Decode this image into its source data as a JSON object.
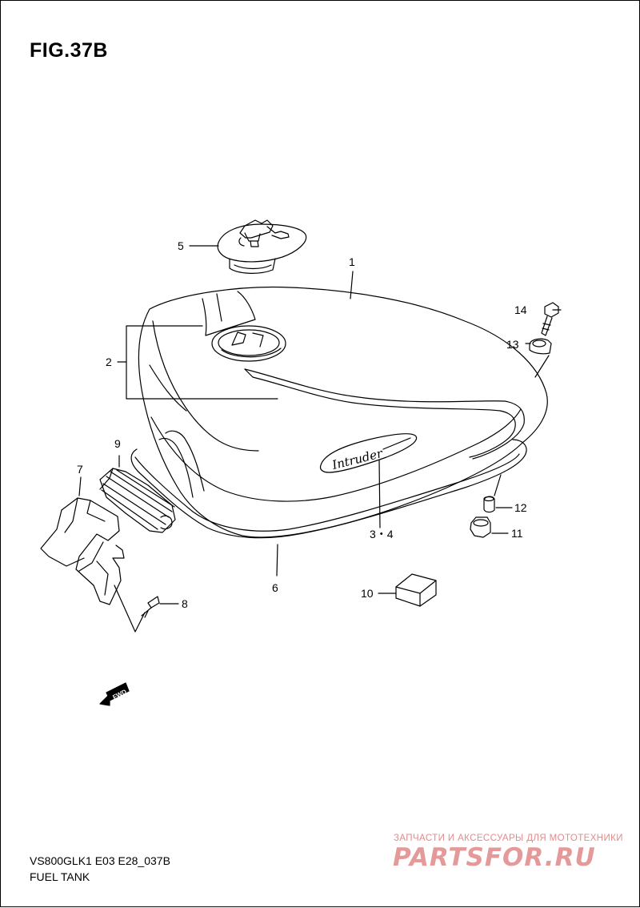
{
  "figure": {
    "title": "FIG.37B"
  },
  "callouts": {
    "p1": "1",
    "p2": "2",
    "p34": "3・4",
    "p5": "5",
    "p6": "6",
    "p7": "7",
    "p8": "8",
    "p9": "9",
    "p10": "10",
    "p11": "11",
    "p12": "12",
    "p13": "13",
    "p14": "14"
  },
  "emblem_script": "Intruder",
  "fwd_label": "FWD",
  "footer": {
    "model_code": "VS800GLK1 E03 E28_037B",
    "part_group": "FUEL TANK"
  },
  "watermark": {
    "tagline": "ЗАПЧАСТИ И АКСЕССУАРЫ ДЛЯ МОТОТЕХНИКИ",
    "site": "PARTSFOR.RU"
  },
  "colors": {
    "line": "#000000",
    "watermark": "#e59a9a"
  }
}
